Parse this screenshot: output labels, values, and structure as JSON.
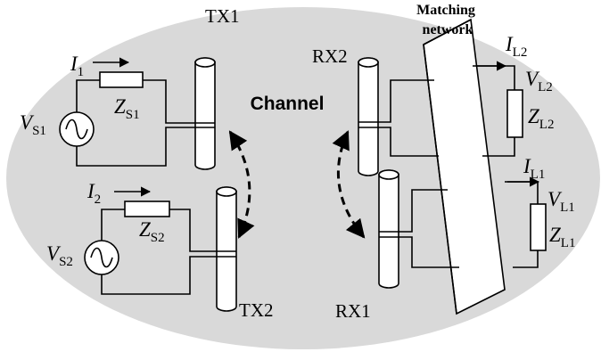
{
  "title_line1": "Matching",
  "title_line2": "network",
  "channel": "Channel",
  "antennas": {
    "tx1": "TX1",
    "tx2": "TX2",
    "rx1": "RX1",
    "rx2": "RX2"
  },
  "sources": [
    {
      "current": "I",
      "current_sub": "1",
      "voltage": "V",
      "voltage_sub": "S1",
      "impedance": "Z",
      "impedance_sub": "S1"
    },
    {
      "current": "I",
      "current_sub": "2",
      "voltage": "V",
      "voltage_sub": "S2",
      "impedance": "Z",
      "impedance_sub": "S2"
    }
  ],
  "loads": [
    {
      "current": "I",
      "current_sub": "L2",
      "voltage": "V",
      "voltage_sub": "L2",
      "impedance": "Z",
      "impedance_sub": "L2"
    },
    {
      "current": "I",
      "current_sub": "L1",
      "voltage": "V",
      "voltage_sub": "L1",
      "impedance": "Z",
      "impedance_sub": "L1"
    }
  ],
  "colors": {
    "background_ellipse": "#d9d9d9",
    "stroke": "#000000"
  }
}
